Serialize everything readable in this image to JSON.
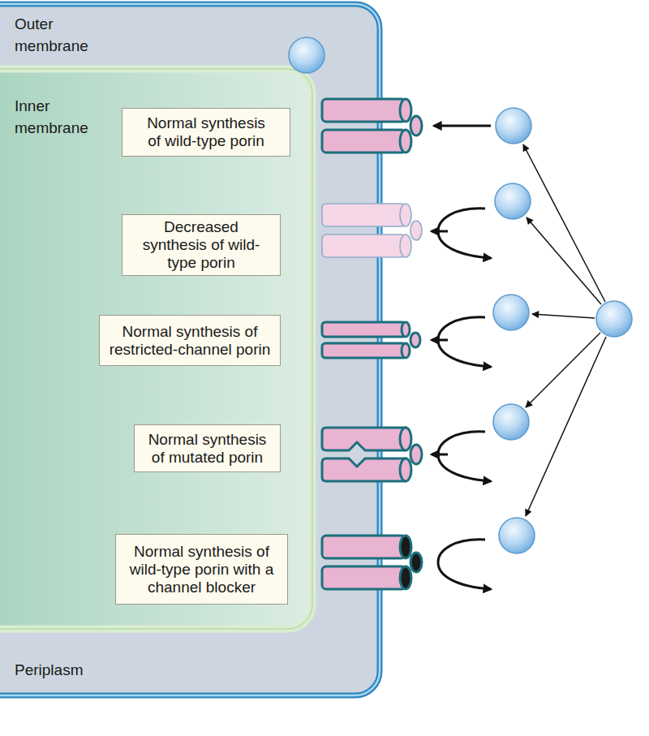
{
  "diagram": {
    "nodes": [
      {
        "text": [
          "Normal synthesis of wild-type porin"
        ]
      },
      {
        "text": [
          "Decreased synthesis of wild-type porin"
        ]
      },
      {
        "text": [
          "Normal synthesis of restricted-channel porin"
        ]
      },
      {
        "text": [
          "Normal synthesis of mutated porin"
        ]
      },
      {
        "text": [
          "Normal synthesis of wild-type porin with a channel blocker"
        ]
      }
    ],
    "labels": [
      "Outer membrane",
      "Inner membrane",
      "Periplasm"
    ]
  }
}
